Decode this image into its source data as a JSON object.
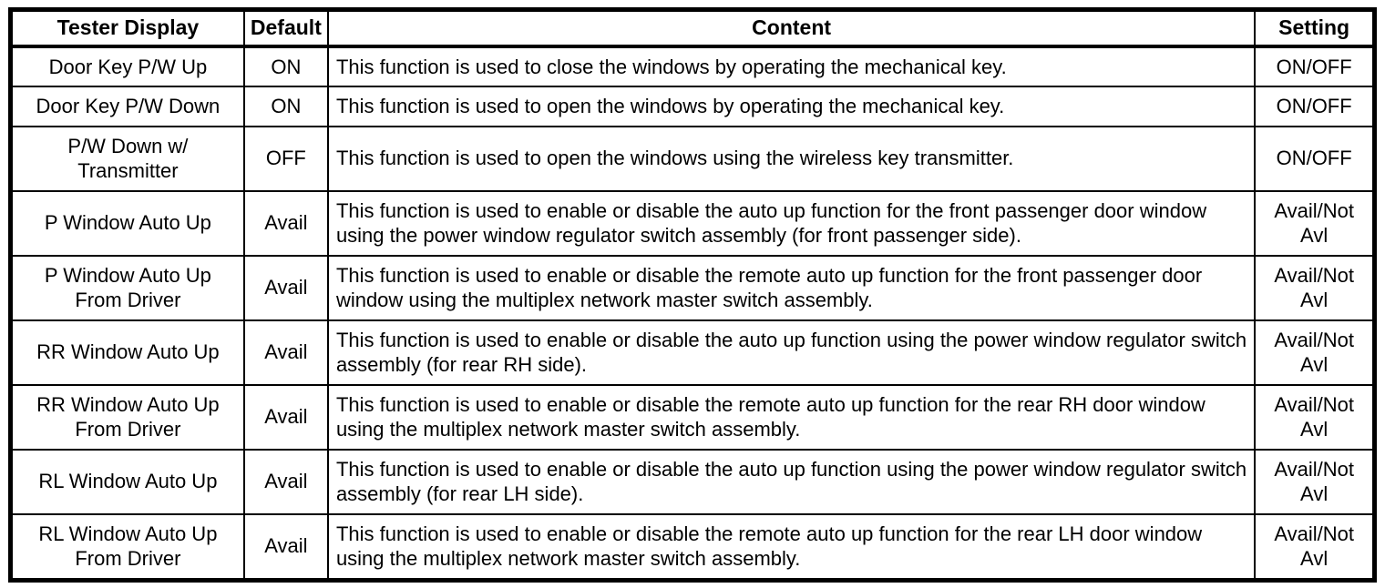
{
  "colors": {
    "background": "#ffffff",
    "text": "#000000",
    "border": "#000000"
  },
  "table": {
    "headers": {
      "tester_display": "Tester Display",
      "default": "Default",
      "content": "Content",
      "setting": "Setting"
    },
    "rows": [
      {
        "tester_display": "Door Key P/W Up",
        "default": "ON",
        "content": "This function is used to close the windows by operating the mechanical key.",
        "setting": "ON/OFF"
      },
      {
        "tester_display": "Door Key P/W Down",
        "default": "ON",
        "content": "This function is used to open the windows by operating the mechanical key.",
        "setting": "ON/OFF"
      },
      {
        "tester_display": "P/W Down w/\nTransmitter",
        "default": "OFF",
        "content": "This function is used to open the windows using the wireless key transmitter.",
        "setting": "ON/OFF"
      },
      {
        "tester_display": "P Window Auto Up",
        "default": "Avail",
        "content": "This function is used to enable or disable the auto up function for the front passenger door window using the power window regulator switch assembly (for front passenger side).",
        "setting": "Avail/Not\nAvl"
      },
      {
        "tester_display": "P Window Auto Up\nFrom Driver",
        "default": "Avail",
        "content": "This function is used to enable or disable the remote auto up function for the front passenger door window using the multiplex network master switch assembly.",
        "setting": "Avail/Not\nAvl"
      },
      {
        "tester_display": "RR Window Auto Up",
        "default": "Avail",
        "content": "This function is used to enable or disable the auto up function using the power window regulator switch assembly (for rear RH side).",
        "setting": "Avail/Not\nAvl"
      },
      {
        "tester_display": "RR Window Auto Up\nFrom Driver",
        "default": "Avail",
        "content": "This function is used to enable or disable the remote auto up function for the rear RH door window using the multiplex network master switch assembly.",
        "setting": "Avail/Not\nAvl"
      },
      {
        "tester_display": "RL Window Auto Up",
        "default": "Avail",
        "content": "This function is used to enable or disable the auto up function using the power window regulator switch assembly (for rear LH side).",
        "setting": "Avail/Not\nAvl"
      },
      {
        "tester_display": "RL Window Auto Up\nFrom Driver",
        "default": "Avail",
        "content": "This function is used to enable or disable the remote auto up function for the rear LH door window using the multiplex network master switch assembly.",
        "setting": "Avail/Not\nAvl"
      }
    ]
  }
}
